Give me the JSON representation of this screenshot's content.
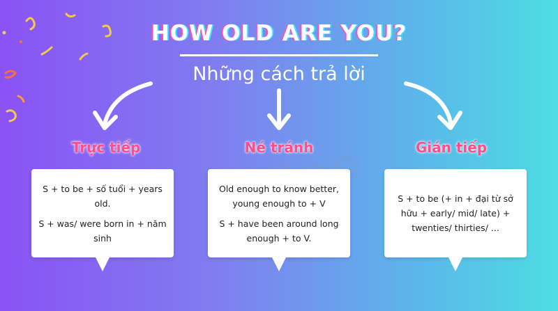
{
  "title": "HOW OLD ARE YOU?",
  "subtitle": "Những cách trả lời",
  "watermark": "Vietop",
  "colors": {
    "gradient_left": "#8a52f5",
    "gradient_right": "#4ddde2",
    "label": "#ff4f8b",
    "box": "#ffffff"
  },
  "columns": [
    {
      "label": "Trực tiếp",
      "lines": [
        "S + to be + số tuổi + years old.",
        "S + was/ were born in + năm sinh"
      ]
    },
    {
      "label": "Né tránh",
      "lines": [
        "Old enough to know better, young enough to + V",
        "S + have been around long enough + to V."
      ]
    },
    {
      "label": "Gián tiếp",
      "lines": [
        "S + to be (+ in + đại từ sở hữu + early/ mid/ late) + twenties/ thirties/ ..."
      ]
    }
  ]
}
